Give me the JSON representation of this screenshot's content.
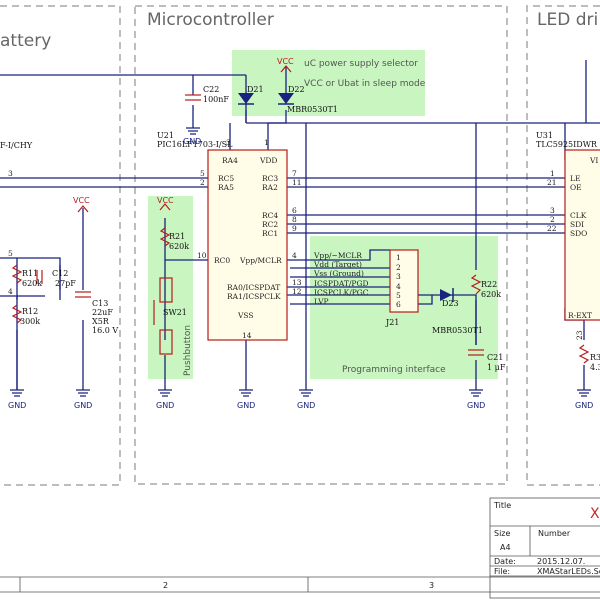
{
  "sections": {
    "battery": "attery",
    "microcontroller": "Microcontroller",
    "led_driver": "LED dri"
  },
  "notes": {
    "supply_selector_1": "uC power supply selector",
    "supply_selector_2": "VCC or Ubat in sleep mode",
    "programming_interface": "Programming interface",
    "pushbutton": "Pushbutton"
  },
  "labels": {
    "vcc": "VCC",
    "gnd": "GND"
  },
  "mcu": {
    "ref": "U21",
    "part": "PIC16LF1703-I/SL",
    "pins_left": [
      "RA4",
      "RC5",
      "RA5",
      "RC0",
      "RA0/ICSPDAT",
      "RA1/ICSPCLK",
      "VSS"
    ],
    "pin_vdd": "VDD",
    "pins_right": [
      "RC3",
      "RA2",
      "RC4",
      "RC2",
      "RC1"
    ],
    "pin_mclr": "Vpp/MCLR",
    "pin_num_3": "3",
    "pin_num_1": "1",
    "pin_num_5": "5",
    "pin_num_2": "2",
    "pin_num_10": "10",
    "pin_num_13": "13",
    "pin_num_12": "12",
    "pin_num_14": "14",
    "pin_num_7": "7",
    "pin_num_11": "11",
    "pin_num_6": "6",
    "pin_num_8": "8",
    "pin_num_9": "9",
    "pin_num_4": "4"
  },
  "led": {
    "ref": "U31",
    "part": "TLC5925IDWR",
    "pins": [
      "LE",
      "OE",
      "CLK",
      "SDI",
      "SDO",
      "R-EXT"
    ],
    "pin_nums": [
      "1",
      "21",
      "3",
      "2",
      "22",
      "23"
    ],
    "vdd_prefix": "VI"
  },
  "connector": {
    "ref": "J21",
    "signals": [
      "Vpp/~MCLR",
      "Vdd (Target)",
      "Vss (Ground)",
      "ICSPDAT/PGD",
      "ICSPCLK/PGC",
      "LVP"
    ],
    "pins": [
      "1",
      "2",
      "3",
      "4",
      "5",
      "6"
    ]
  },
  "components": {
    "c22": [
      "C22",
      "100nF"
    ],
    "d21": "D21",
    "d22": [
      "D22",
      "MBR0530T1"
    ],
    "r11": [
      "R11",
      "620k"
    ],
    "c12": [
      "C12",
      "27pF"
    ],
    "r12": [
      "R12",
      "300k"
    ],
    "c13": [
      "C13",
      "22uF",
      "X5R",
      "16.0 V"
    ],
    "r21": [
      "R21",
      "620k"
    ],
    "sw21": "SW21",
    "d23": [
      "D23",
      "MBR0530T1"
    ],
    "r22": [
      "R22",
      "620k"
    ],
    "c21": [
      "C21",
      "1 μF"
    ],
    "r3": [
      "R3",
      "4.3"
    ],
    "left_partial": "F-I/CHY"
  },
  "title_block": {
    "title_label": "Title",
    "title_value": "X",
    "size_label": "Size",
    "size_value": "A4",
    "number_label": "Number",
    "date_label": "Date:",
    "date_value": "2015.12.07.",
    "file_label": "File:",
    "file_value": "XMAStarLEDs.Sch"
  },
  "ruler": [
    "2",
    "3"
  ],
  "wire_nums": [
    "3",
    "5",
    "4"
  ]
}
